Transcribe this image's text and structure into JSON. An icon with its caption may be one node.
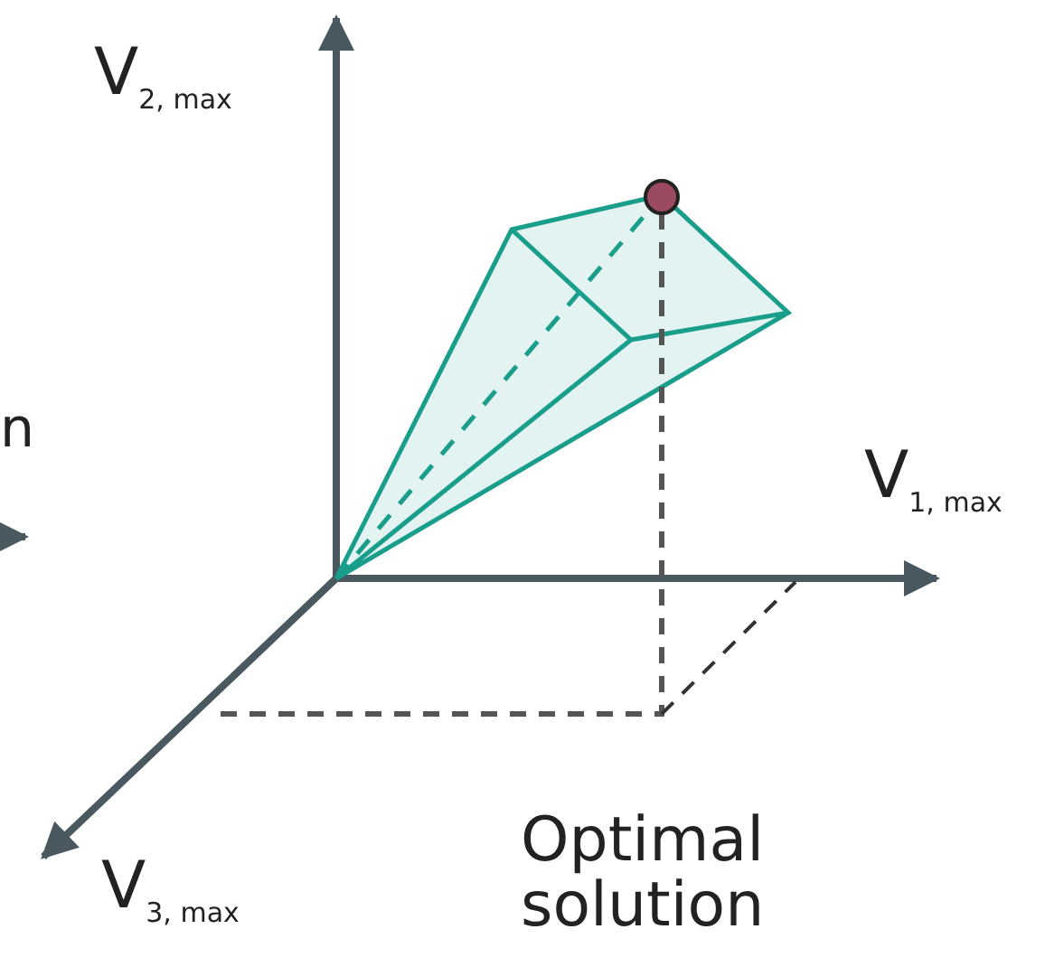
{
  "diagram": {
    "labels": [
      "V$_{2, max}$",
      "n",
      "V$_{1, max}$",
      "Optimal solution",
      "V$_{3, max}$"
    ]
  }
}
